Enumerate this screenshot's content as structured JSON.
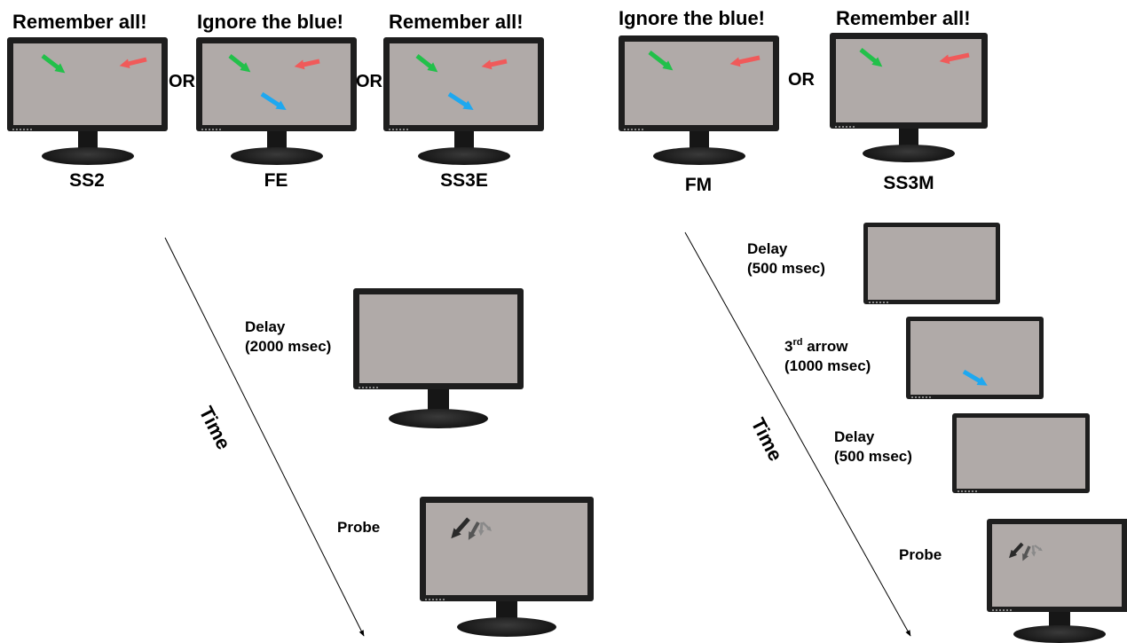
{
  "headings": {
    "ss2": "Remember all!",
    "fe": "Ignore the blue!",
    "ss3e": "Remember all!",
    "fm": "Ignore the blue!",
    "ss3m": "Remember all!"
  },
  "or_label": "OR",
  "conditions": {
    "ss2": "SS2",
    "fe": "FE",
    "ss3e": "SS3E",
    "fm": "FM",
    "ss3m": "SS3M"
  },
  "time_label": "Time",
  "left_phases": {
    "delay_title": "Delay",
    "delay_duration": "(2000 msec)",
    "probe": "Probe"
  },
  "right_phases": {
    "delay1_title": "Delay",
    "delay1_duration": "(500 msec)",
    "third_arrow_prefix": "3",
    "third_arrow_sup": "rd",
    "third_arrow_suffix": " arrow",
    "third_arrow_duration": "(1000 msec)",
    "delay2_title": "Delay",
    "delay2_duration": "(500 msec)",
    "probe": "Probe"
  },
  "colors": {
    "screen": "#b0aaa8",
    "bezel": "#1e1e1e",
    "green_arrow": "#22c04a",
    "red_arrow": "#f05a5a",
    "blue_arrow": "#1ea8f0",
    "probe_dark": "#2a2a2a",
    "probe_mid": "#555555",
    "probe_light": "#8a8a8a"
  }
}
